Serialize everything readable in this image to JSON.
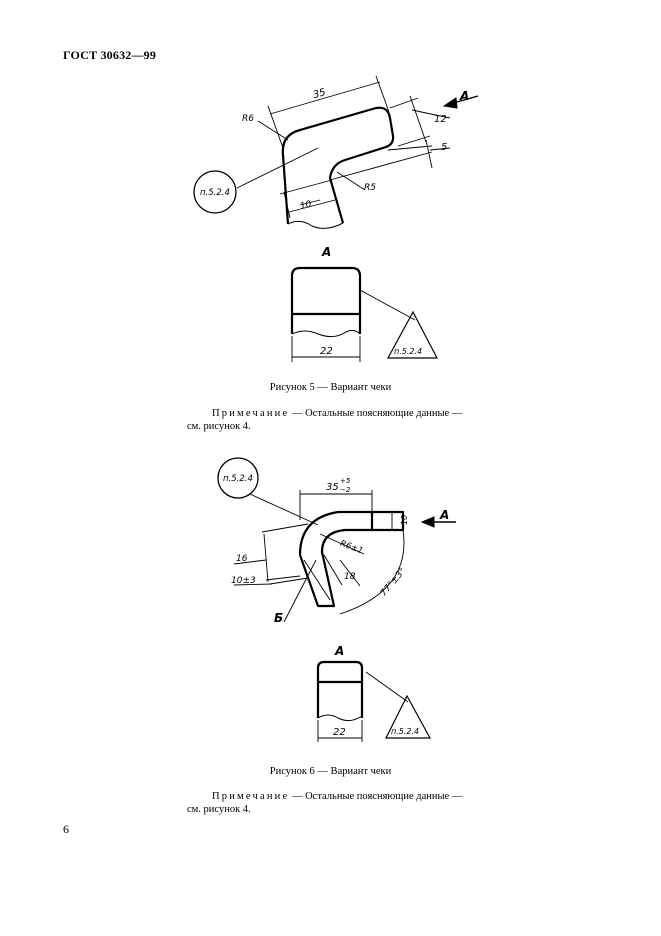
{
  "header": {
    "doc_code": "ГОСТ 30632—99"
  },
  "figure5": {
    "dim_35": "35",
    "dim_12": "12",
    "dim_5": "5",
    "dim_10": "10",
    "r6": "R6",
    "r5": "R5",
    "ref": "п.5.2.4",
    "view_a": "A",
    "view_label": "A",
    "dim_22": "22",
    "ref_tri": "п.5.2.4",
    "caption": "Рисунок 5 — Вариант чеки"
  },
  "note5": {
    "word": "Примечание",
    "rest": " — Остальные  поясняющие  данные —",
    "line2": "см. рисунок 4."
  },
  "figure6": {
    "ref": "п.5.2.4",
    "dim_35": "35",
    "dim_35_tol_up": "+5",
    "dim_35_tol_down": "−2",
    "dim_10": "10",
    "view_a": "A",
    "r6": "R6±1",
    "dim_16": "16",
    "dim_10_tol": "10±3",
    "dim_18": "18",
    "angle": "77°±3°",
    "b_label": "Б",
    "view_label": "A",
    "dim_22": "22",
    "ref_tri": "п.5.2.4",
    "caption": "Рисунок 6 — Вариант чеки"
  },
  "note6": {
    "word": "Примечание",
    "rest": " — Остальные  поясняющие  данные —",
    "line2": "см. рисунок 4."
  },
  "footer": {
    "page_number": "6"
  }
}
